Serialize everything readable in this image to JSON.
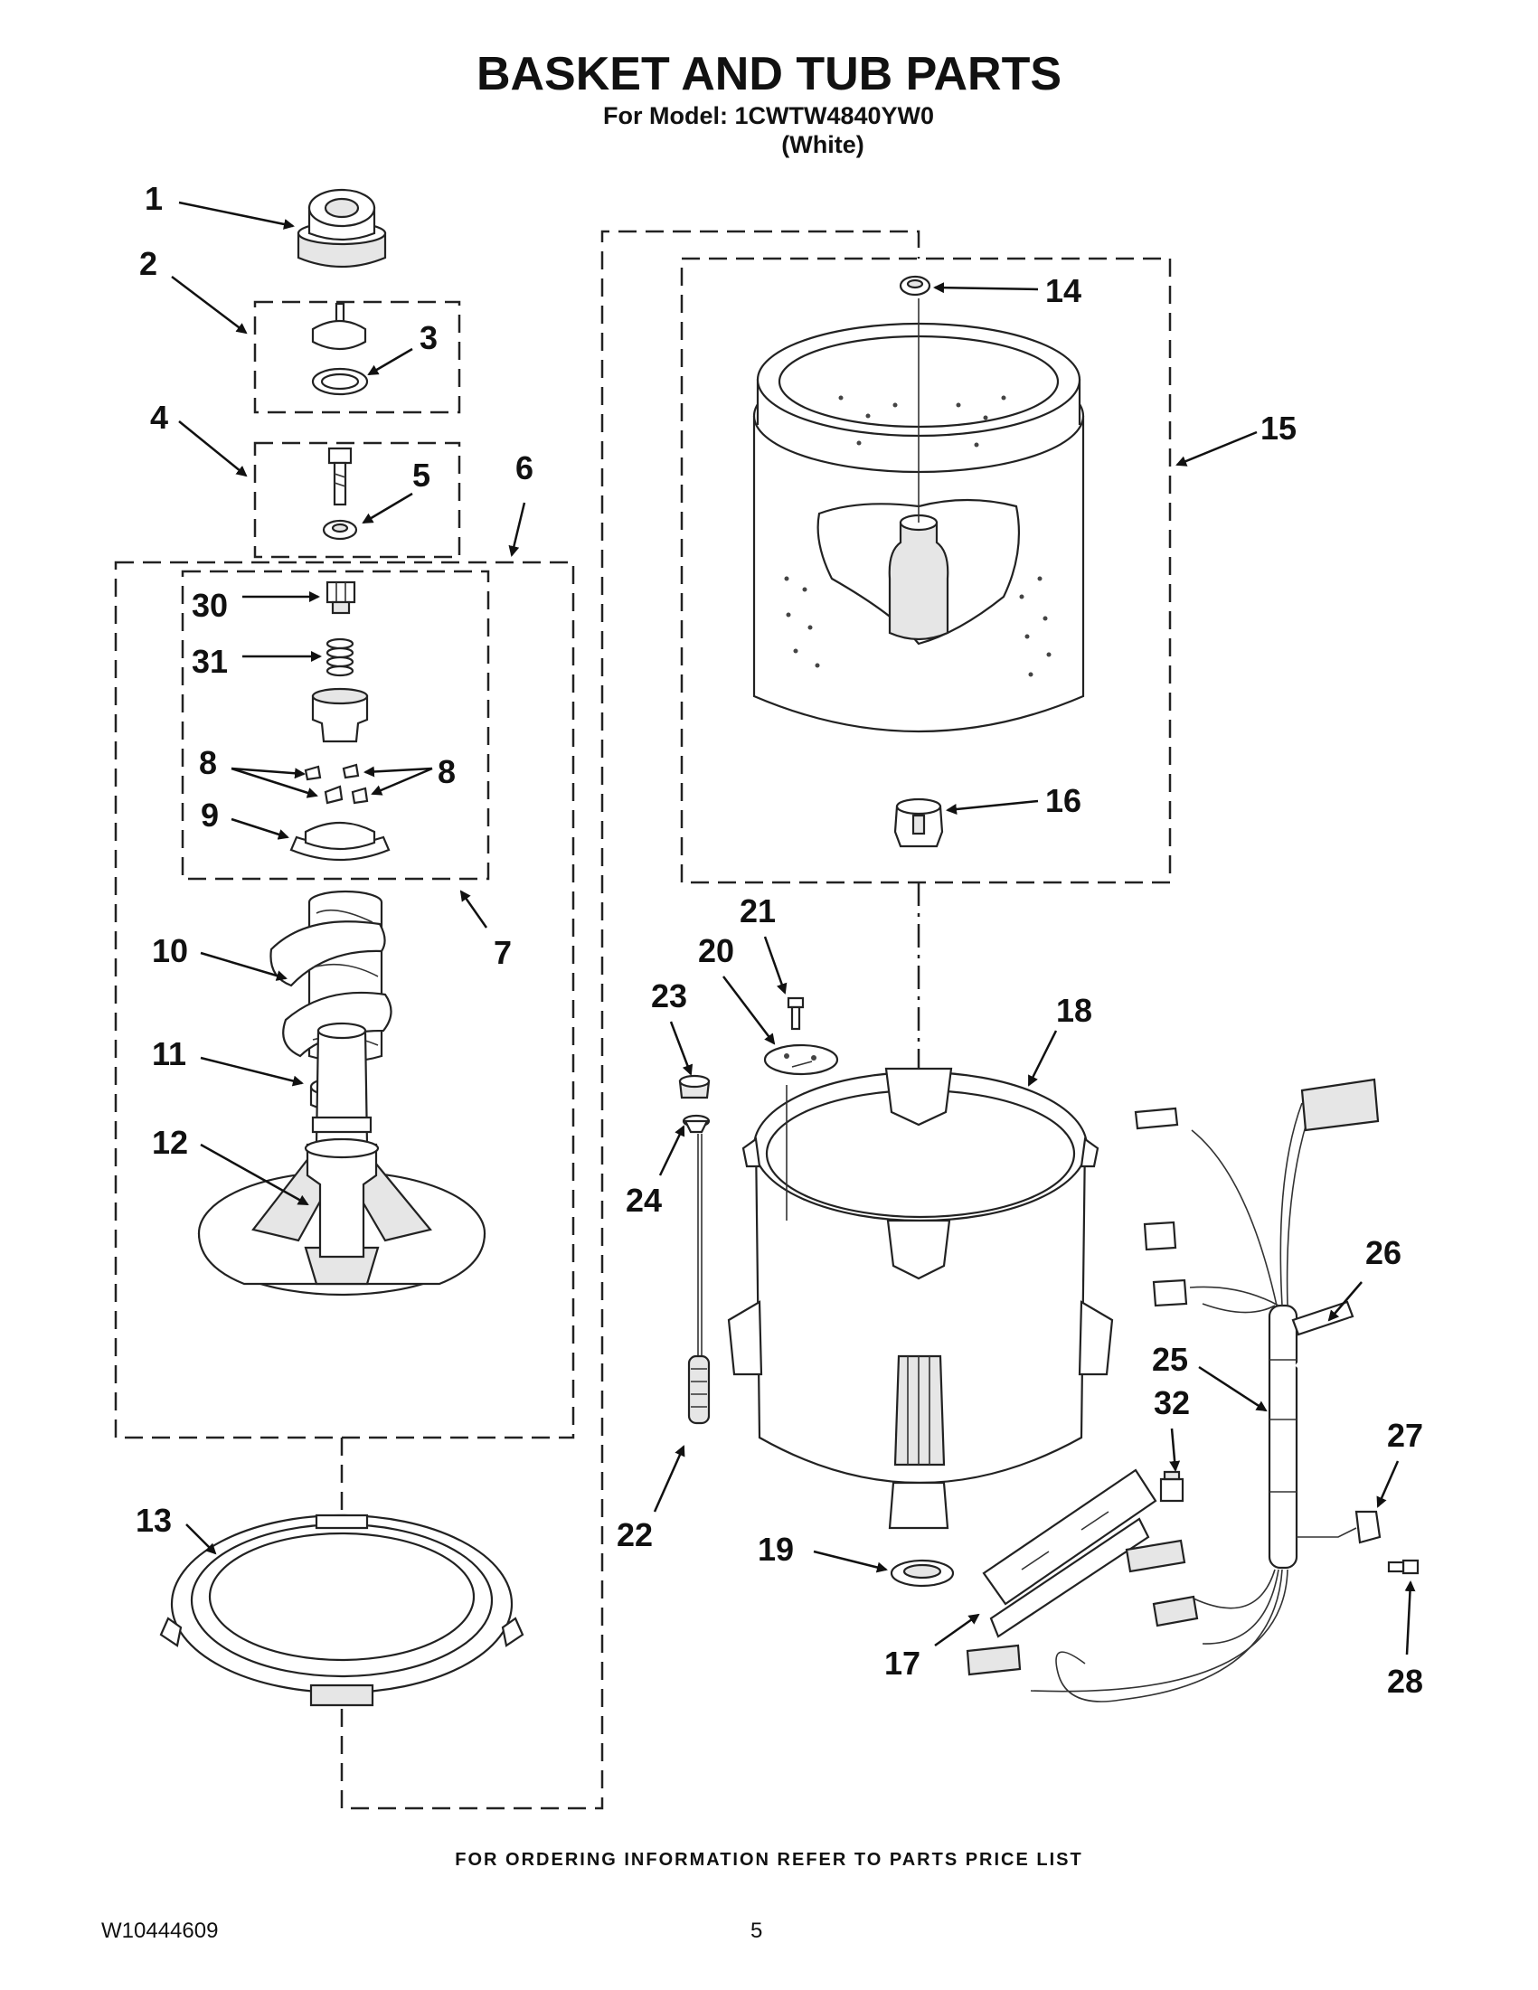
{
  "header": {
    "title": "BASKET AND TUB PARTS",
    "model_line": "For Model: 1CWTW4840YW0",
    "color_line": "(White)"
  },
  "callouts": [
    "1",
    "2",
    "3",
    "4",
    "5",
    "6",
    "30",
    "31",
    "8",
    "8",
    "9",
    "7",
    "10",
    "11",
    "12",
    "13",
    "14",
    "15",
    "16",
    "21",
    "20",
    "23",
    "18",
    "24",
    "26",
    "25",
    "32",
    "27",
    "22",
    "19",
    "17",
    "28"
  ],
  "footer": {
    "ordering_note": "FOR ORDERING INFORMATION REFER TO PARTS PRICE LIST",
    "document_number": "W10444609",
    "page_number": "5"
  }
}
